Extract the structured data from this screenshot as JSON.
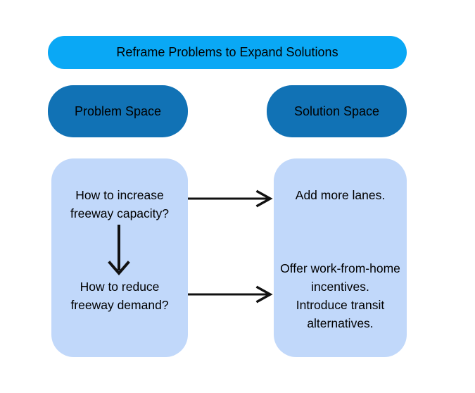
{
  "colors": {
    "page_bg": "#ffffff",
    "banner_bg": "#0aa8f5",
    "header_bg": "#1172b5",
    "box_bg": "#c1d8fa",
    "text_color": "#000000",
    "arrow_color": "#111111"
  },
  "banner": {
    "label": "Reframe Problems to Expand Solutions"
  },
  "headers": {
    "problem": "Problem Space",
    "solution": "Solution Space"
  },
  "problem_box": {
    "item1": "How to increase\nfreeway capacity?",
    "item2": "How to reduce\nfreeway demand?"
  },
  "solution_box": {
    "item1": "Add more lanes.",
    "item2": "Offer work-from-home\nincentives.\nIntroduce transit\nalternatives."
  }
}
